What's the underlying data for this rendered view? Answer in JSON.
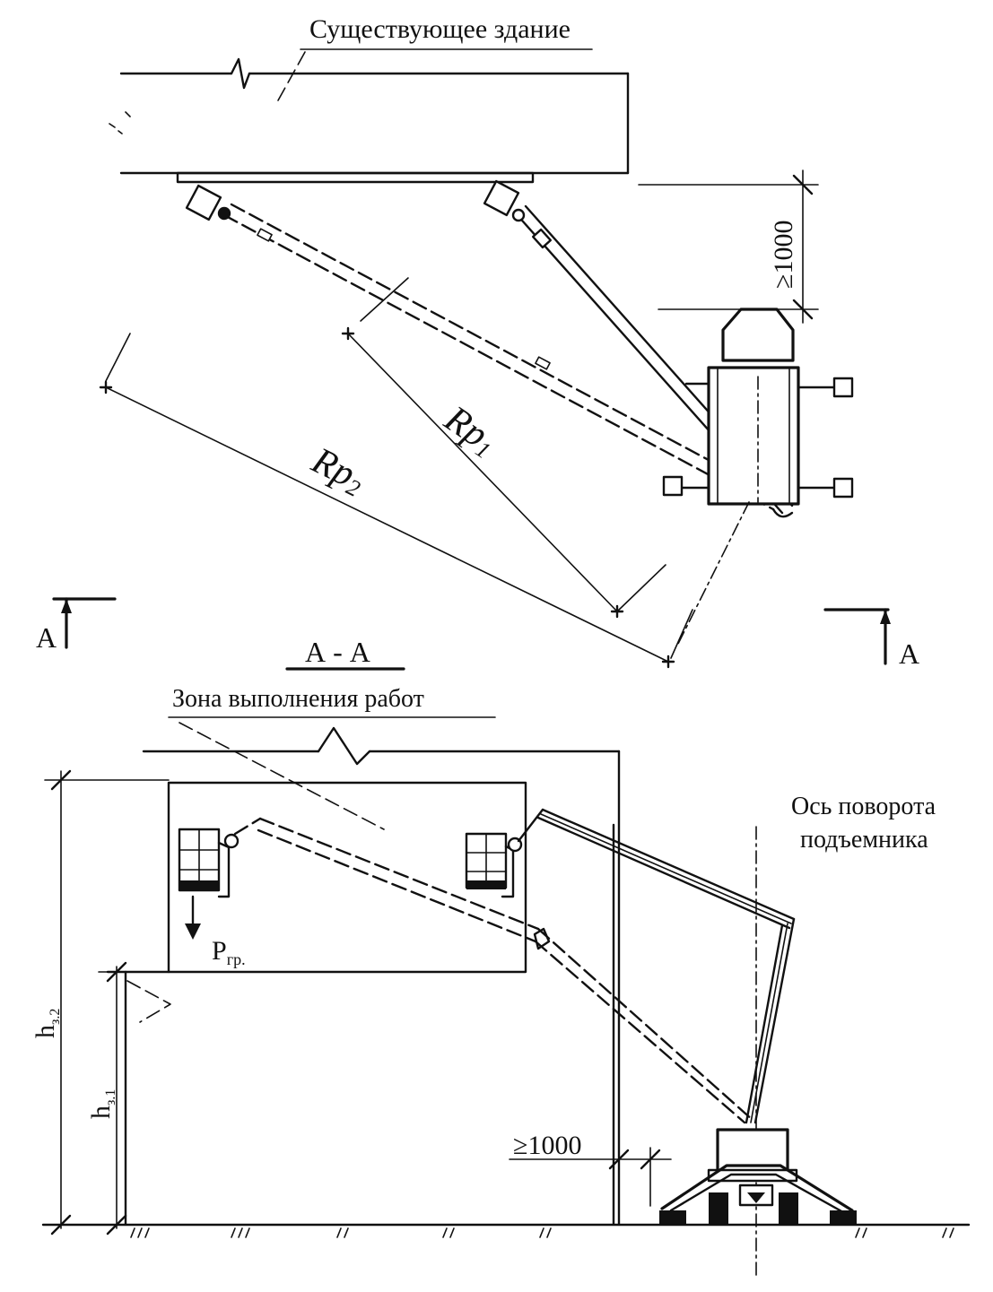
{
  "plan": {
    "building_label": "Существующее здание",
    "clearance": "≥1000",
    "radius_1": "Rp",
    "radius_1_sub": "1",
    "radius_2": "Rp",
    "radius_2_sub": "2"
  },
  "section_markers": {
    "left": "A",
    "right": "A"
  },
  "section": {
    "title": "А - А",
    "work_zone_label": "Зона выполнения работ",
    "axis_label_line1": "Ось поворота",
    "axis_label_line2": "подъемника",
    "clearance": "≥1000",
    "load_label": "P",
    "load_sub": "гр.",
    "height_2": "h",
    "height_2_sub": "з.2",
    "height_1": "h",
    "height_1_sub": "з.1"
  }
}
